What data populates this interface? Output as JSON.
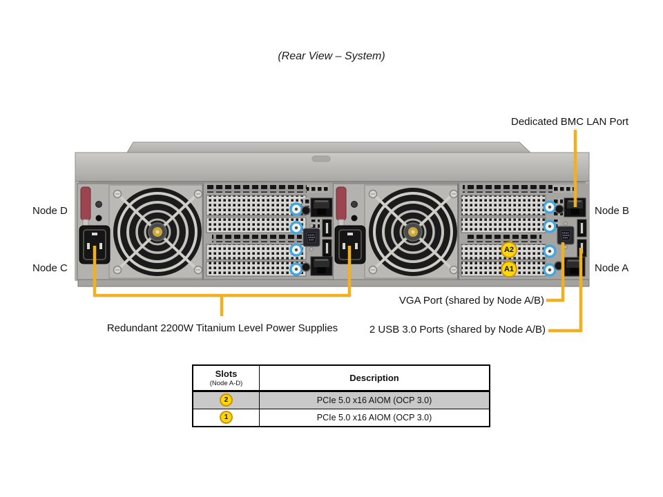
{
  "title": "(Rear View – System)",
  "labels": {
    "bmc_lan": "Dedicated BMC LAN Port",
    "node_d": "Node D",
    "node_c": "Node C",
    "node_b": "Node B",
    "node_a": "Node A",
    "vga": "VGA Port (shared by Node A/B)",
    "psu": "Redundant 2200W Titanium Level Power Supplies",
    "usb": "2 USB 3.0 Ports (shared by Node A/B)"
  },
  "slot_badges": {
    "a2": "A2",
    "a1": "A1"
  },
  "colors": {
    "callout_line": "#F2B01E",
    "badge_fill": "#FFD60A",
    "badge_border": "#C9930B",
    "shaded_row": "#C9C9C9",
    "blue_button_ring": "#45A6DC",
    "psu_lever_red": "#9C4550"
  },
  "table": {
    "header": {
      "slots": "Slots",
      "slots_sub": "(Node A-D)",
      "description": "Description"
    },
    "rows": [
      {
        "slot": "2",
        "description": "PCIe 5.0 x16 AIOM (OCP 3.0)"
      },
      {
        "slot": "1",
        "description": "PCIe 5.0 x16 AIOM (OCP 3.0)"
      }
    ]
  }
}
